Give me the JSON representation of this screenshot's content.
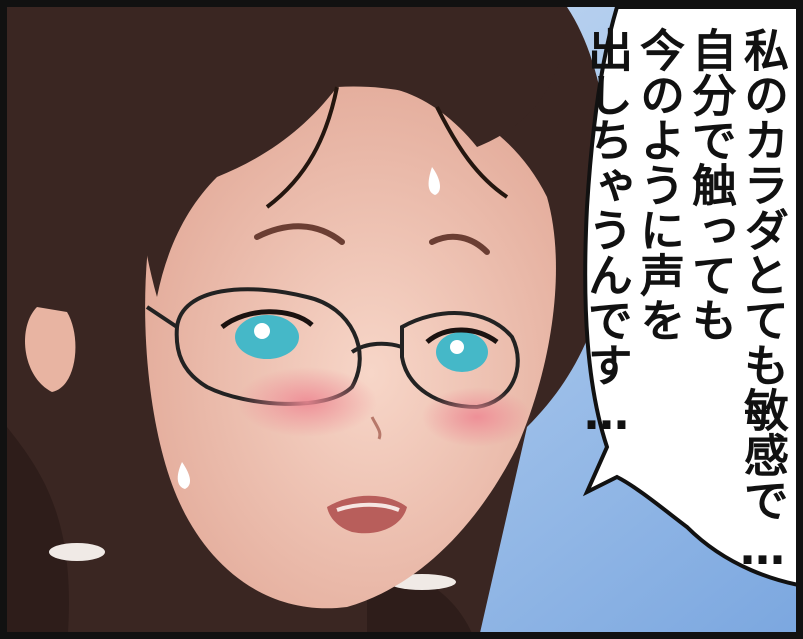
{
  "speech_bubble": {
    "lines": [
      "私のカラダとても敏感で…",
      "自分で触っても",
      "今のように声を",
      "出しちゃうんです…"
    ]
  },
  "colors": {
    "background_sky": "#9fc2ea",
    "hair": "#3a2622",
    "skin": "#f2c9b8",
    "blush": "#ec8f97",
    "eyes": "#45b8c8",
    "panel_border": "#111111"
  }
}
